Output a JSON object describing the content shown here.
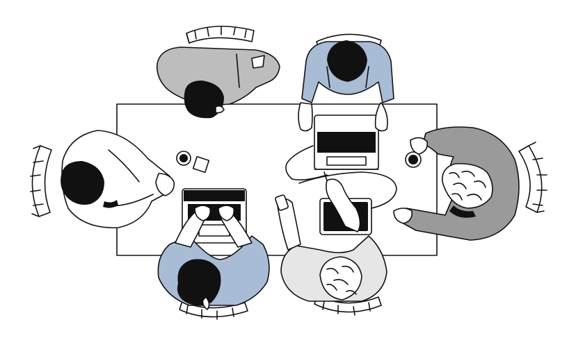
{
  "palette": {
    "ink": "#111111",
    "paper": "#ffffff",
    "blue_shirt": "#a9bcd6",
    "gray_shirt": "#bdbdbd",
    "dark_gray_shirt": "#9a9a9a",
    "light_gray_shirt": "#e6e6e6",
    "screen": "#111111"
  },
  "scene": {
    "people_count": 6,
    "laptops": 2,
    "tablets": 1,
    "coffee_cups": 2,
    "phones": 1,
    "sticky_notes": 1
  }
}
